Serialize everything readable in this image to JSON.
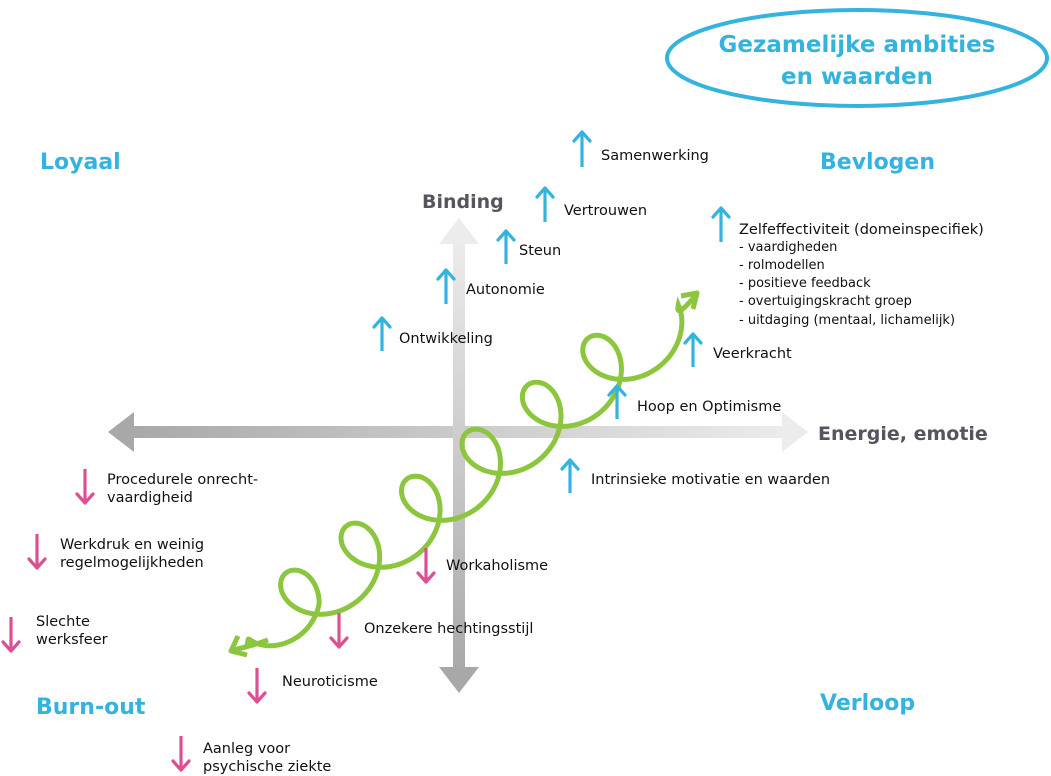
{
  "colors": {
    "accent": "#35b3df",
    "pink": "#dd4f93",
    "green": "#8cc63f",
    "axis_dark": "#a8a8a8",
    "axis_light": "#e6e6e6",
    "text": "#111111",
    "axis_text": "#555560"
  },
  "title": {
    "line1": "Gezamelijke ambities",
    "line2": "en waarden"
  },
  "quadrants": {
    "top_left": "Loyaal",
    "top_right": "Bevlogen",
    "bottom_left": "Burn-out",
    "bottom_right": "Verloop"
  },
  "axes": {
    "vertical": "Binding",
    "horizontal": "Energie, emotie"
  },
  "positive": {
    "samenwerking": "Samenwerking",
    "vertrouwen": "Vertrouwen",
    "steun": "Steun",
    "autonomie": "Autonomie",
    "ontwikkeling": "Ontwikkeling",
    "zelfeffectiviteit": {
      "label": "Zelfeffectiviteit (domeinspecifiek)",
      "items": [
        "- vaardigheden",
        "- rolmodellen",
        "- positieve feedback",
        "- overtuigingskracht groep",
        "- uitdaging (mentaal, lichamelijk)"
      ]
    },
    "veerkracht": "Veerkracht",
    "hoop": "Hoop en Optimisme",
    "intrinsiek": "Intrinsieke motivatie en waarden"
  },
  "negative": {
    "procedurele": [
      "Procedurele onrecht-",
      "vaardigheid"
    ],
    "werkdruk": [
      "Werkdruk en weinig",
      "regelmogelijkheden"
    ],
    "werksfeer": [
      "Slechte",
      "werksfeer"
    ],
    "workaholisme": "Workaholisme",
    "hechtingsstijl": "Onzekere hechtingsstijl",
    "neuroticisme": "Neuroticisme",
    "aanleg": [
      "Aanleg voor",
      "psychische ziekte"
    ]
  }
}
